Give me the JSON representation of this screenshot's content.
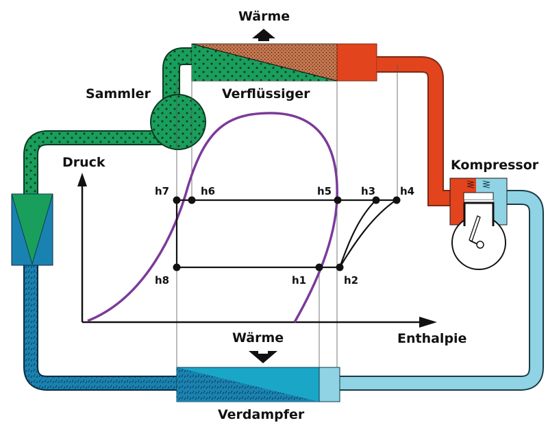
{
  "title": "Kältekreislauf mit Druck-Enthalpie-Diagramm",
  "components": {
    "condenser": {
      "label": "Verflüssiger",
      "heat_label": "Wärme",
      "heat_direction": "out"
    },
    "evaporator": {
      "label": "Verdampfer",
      "heat_label": "Wärme",
      "heat_direction": "in"
    },
    "receiver": {
      "label": "Sammler"
    },
    "compressor": {
      "label": "Kompressor"
    },
    "expansion_valve": {
      "label": ""
    }
  },
  "axes": {
    "y_label": "Druck",
    "x_label": "Enthalpie"
  },
  "points": [
    {
      "id": "h1",
      "label": "h1"
    },
    {
      "id": "h2",
      "label": "h2"
    },
    {
      "id": "h3",
      "label": "h3"
    },
    {
      "id": "h4",
      "label": "h4"
    },
    {
      "id": "h5",
      "label": "h5"
    },
    {
      "id": "h6",
      "label": "h6"
    },
    {
      "id": "h7",
      "label": "h7"
    },
    {
      "id": "h8",
      "label": "h8"
    }
  ],
  "colors": {
    "liquid_green": "#1a9e5c",
    "hot_gas_red": "#e2441e",
    "condenser_brown": "#c97a52",
    "evap_blue": "#1aa7c7",
    "suction_cyan": "#8fd3e4",
    "mix_blue": "#1a82b0",
    "saturation_curve": "#7b3a9a"
  }
}
